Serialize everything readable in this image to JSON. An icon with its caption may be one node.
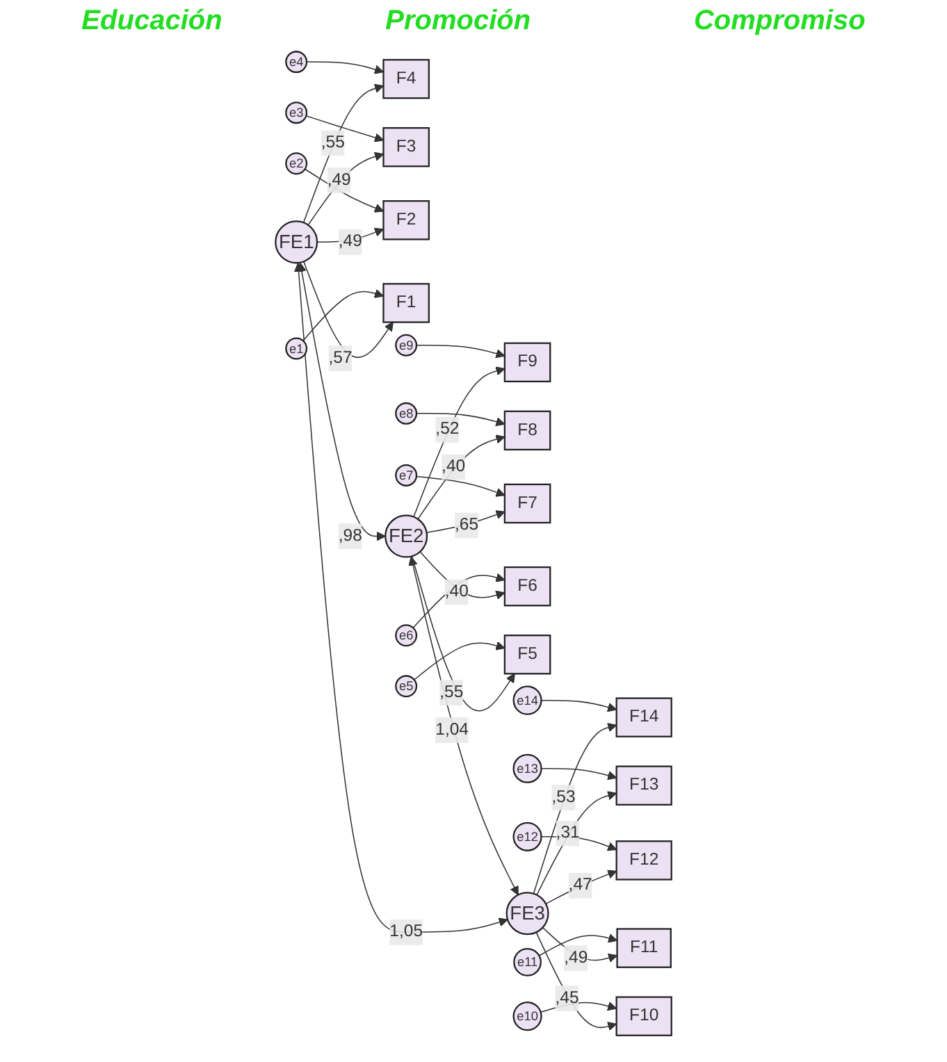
{
  "diagram": {
    "nodes": [
      {
        "text": [
          "FE1"
        ]
      },
      {
        "text": [
          "F4"
        ]
      },
      {
        "text": [
          "F3"
        ]
      },
      {
        "text": [
          "F2"
        ]
      },
      {
        "text": [
          "F1"
        ]
      },
      {
        "text": [
          "e4"
        ]
      },
      {
        "text": [
          "e3"
        ]
      },
      {
        "text": [
          "e2"
        ]
      },
      {
        "text": [
          "e1"
        ]
      },
      {
        "text": [
          "FE2"
        ]
      },
      {
        "text": [
          "F9"
        ]
      },
      {
        "text": [
          "F8"
        ]
      },
      {
        "text": [
          "F7"
        ]
      },
      {
        "text": [
          "F6"
        ]
      },
      {
        "text": [
          "F5"
        ]
      },
      {
        "text": [
          "e9"
        ]
      },
      {
        "text": [
          "e8"
        ]
      },
      {
        "text": [
          "e7"
        ]
      },
      {
        "text": [
          "e6"
        ]
      },
      {
        "text": [
          "e5"
        ]
      },
      {
        "text": [
          "FE3"
        ]
      },
      {
        "text": [
          "F14"
        ]
      },
      {
        "text": [
          "F13"
        ]
      },
      {
        "text": [
          "F12"
        ]
      },
      {
        "text": [
          "F11"
        ]
      },
      {
        "text": [
          "F10"
        ]
      },
      {
        "text": [
          "e14"
        ]
      },
      {
        "text": [
          "e13"
        ]
      },
      {
        "text": [
          "e12"
        ]
      },
      {
        "text": [
          "e11"
        ]
      },
      {
        "text": [
          "e10"
        ]
      }
    ],
    "edges": [
      {
        "from": 5,
        "to": 1,
        "arrow": "to"
      },
      {
        "from": 6,
        "to": 2,
        "arrow": "to"
      },
      {
        "from": 7,
        "to": 3,
        "arrow": "to"
      },
      {
        "from": 8,
        "to": 4,
        "arrow": "to"
      },
      {
        "from": 0,
        "to": 1,
        "arrow": "to",
        "label": ",55"
      },
      {
        "from": 0,
        "to": 2,
        "arrow": "to",
        "label": ",49"
      },
      {
        "from": 0,
        "to": 3,
        "arrow": "to",
        "label": ",49"
      },
      {
        "from": 0,
        "to": 4,
        "arrow": "to",
        "label": ",57"
      },
      {
        "from": 15,
        "to": 10,
        "arrow": "to"
      },
      {
        "from": 16,
        "to": 11,
        "arrow": "to"
      },
      {
        "from": 17,
        "to": 12,
        "arrow": "to"
      },
      {
        "from": 18,
        "to": 13,
        "arrow": "to"
      },
      {
        "from": 19,
        "to": 14,
        "arrow": "to"
      },
      {
        "from": 9,
        "to": 10,
        "arrow": "to",
        "label": ",52"
      },
      {
        "from": 9,
        "to": 11,
        "arrow": "to",
        "label": ",40"
      },
      {
        "from": 9,
        "to": 12,
        "arrow": "to",
        "label": ",65"
      },
      {
        "from": 9,
        "to": 13,
        "arrow": "to",
        "label": ",40"
      },
      {
        "from": 9,
        "to": 14,
        "arrow": "to",
        "label": ",55"
      },
      {
        "from": 26,
        "to": 21,
        "arrow": "to"
      },
      {
        "from": 27,
        "to": 22,
        "arrow": "to"
      },
      {
        "from": 28,
        "to": 23,
        "arrow": "to"
      },
      {
        "from": 29,
        "to": 24,
        "arrow": "to"
      },
      {
        "from": 30,
        "to": 25,
        "arrow": "to"
      },
      {
        "from": 20,
        "to": 21,
        "arrow": "to",
        "label": ",53"
      },
      {
        "from": 20,
        "to": 22,
        "arrow": "to",
        "label": ",31"
      },
      {
        "from": 20,
        "to": 23,
        "arrow": "to",
        "label": ",47"
      },
      {
        "from": 20,
        "to": 24,
        "arrow": "to",
        "label": ",49"
      },
      {
        "from": 20,
        "to": 25,
        "arrow": "to",
        "label": ",45"
      },
      {
        "from": 0,
        "to": 9,
        "arrow": "both",
        "label": ",98"
      },
      {
        "from": 9,
        "to": 20,
        "arrow": "both",
        "label": "1,04"
      },
      {
        "from": 0,
        "to": 20,
        "arrow": "both",
        "label": "1,05"
      }
    ],
    "labels": [
      "Educación",
      "Promoción",
      "Compromiso"
    ]
  }
}
